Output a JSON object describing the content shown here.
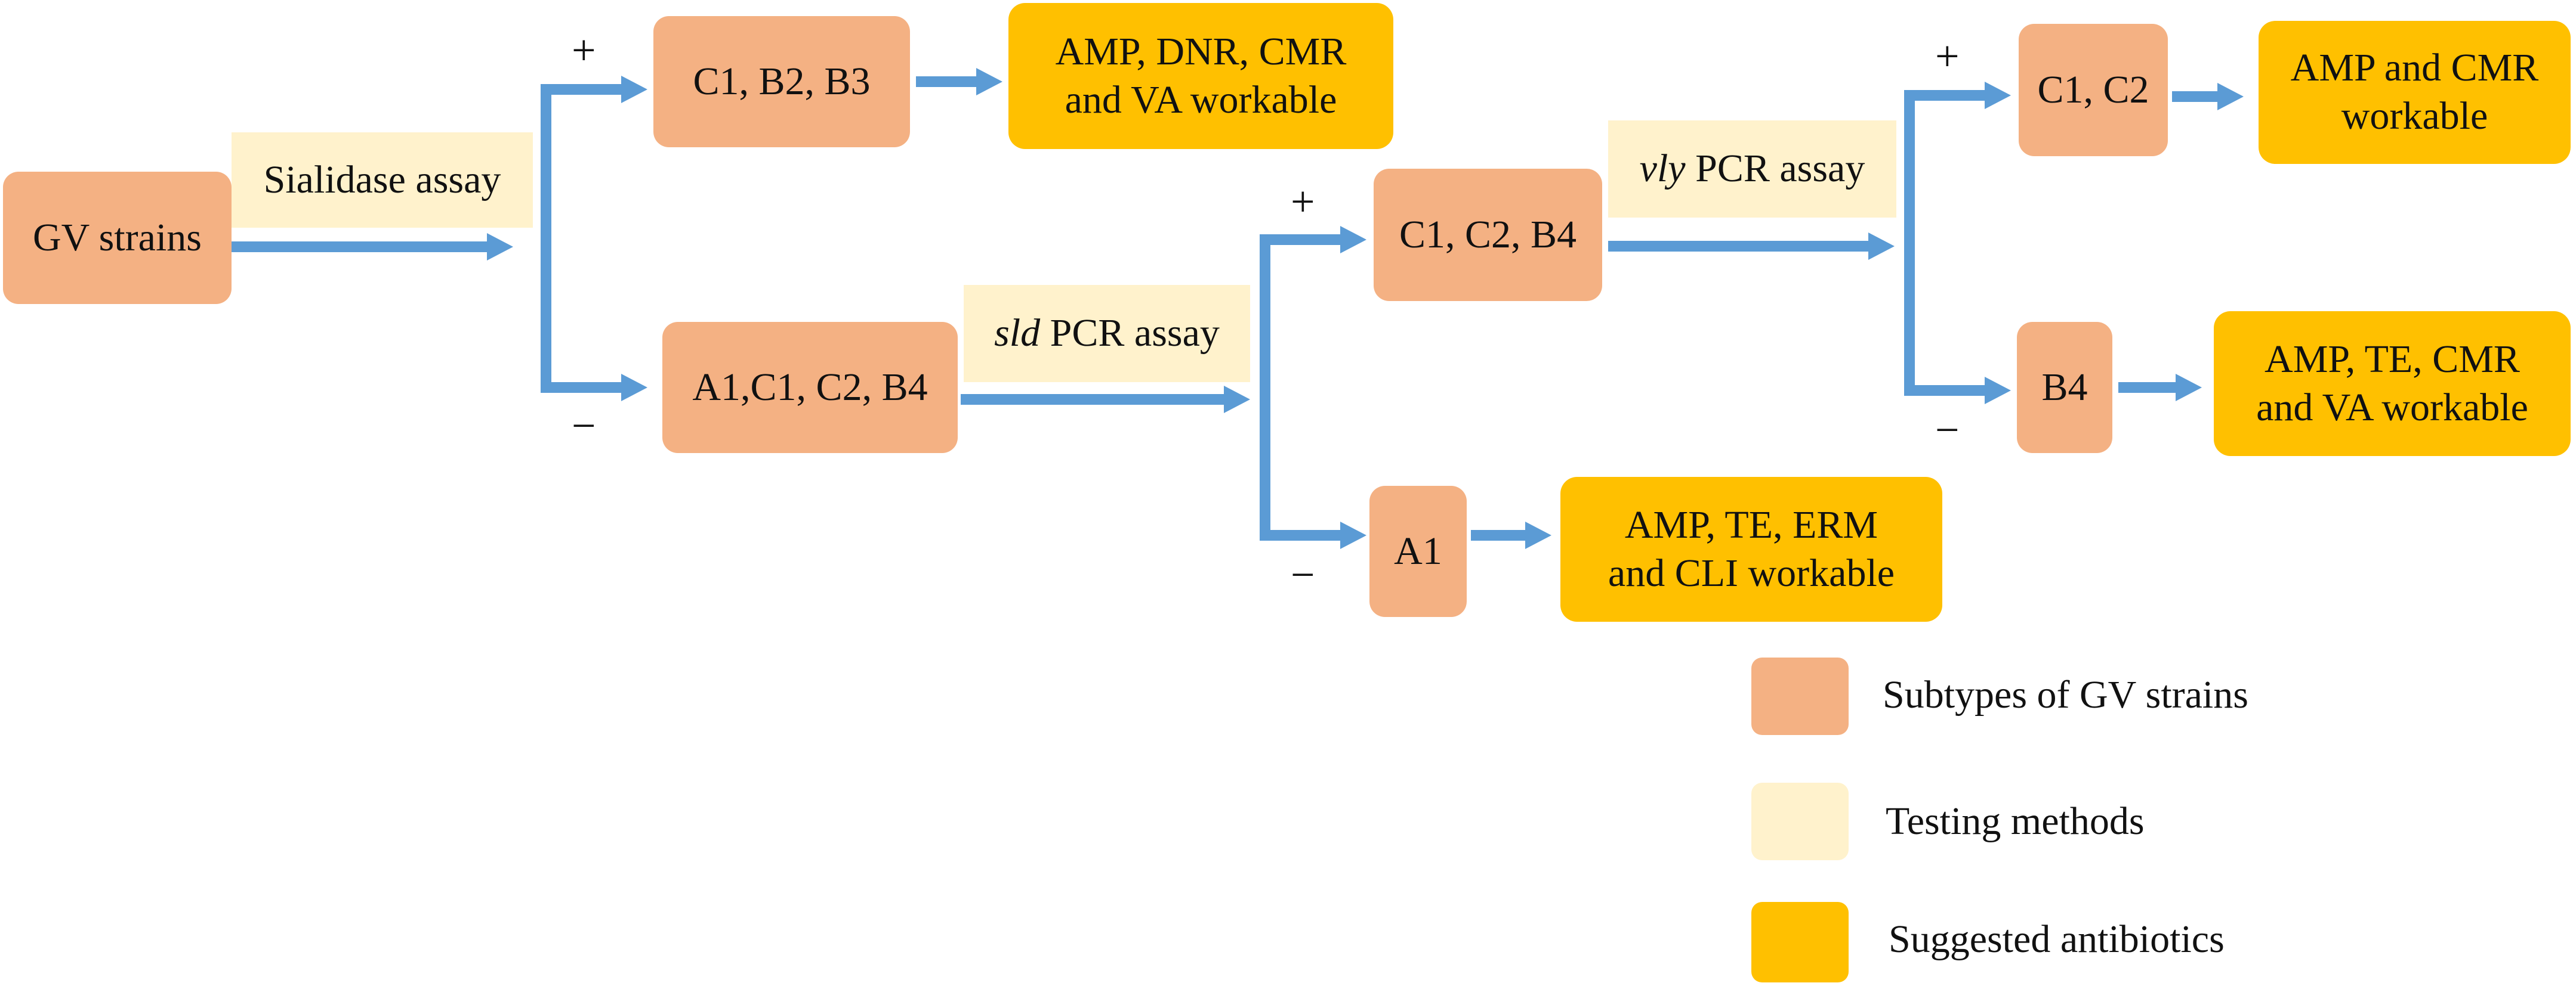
{
  "colors": {
    "subtype": "#F4B183",
    "method": "#FFF2CC",
    "antibiotic": "#FFC000",
    "arrow": "#5B9BD5"
  },
  "nodes": {
    "gv_strains": "GV strains",
    "sialidase_assay": "Sialidase assay",
    "c1_b2_b3": "C1, B2, B3",
    "amp_dnr": {
      "line1": "AMP, DNR, CMR",
      "line2": "and VA workable"
    },
    "a1_c1_c2_b4": "A1,C1, C2, B4",
    "sld_assay": {
      "gene": "sld",
      "rest": " PCR assay"
    },
    "c1_c2_b4": "C1, C2, B4",
    "a1": "A1",
    "amp_erm": {
      "line1": "AMP, TE, ERM",
      "line2": "and CLI workable"
    },
    "vly_assay": {
      "gene": "vly",
      "rest": " PCR assay"
    },
    "c1_c2": "C1, C2",
    "amp_cmr": {
      "line1": "AMP and CMR",
      "line2": "workable"
    },
    "b4": "B4",
    "amp_te_cmr": {
      "line1": "AMP, TE, CMR",
      "line2": "and VA workable"
    }
  },
  "signs": {
    "plus": "+",
    "minus": "−"
  },
  "legend": [
    {
      "label": "Subtypes of GV strains",
      "color": "#F4B183"
    },
    {
      "label": "Testing methods",
      "color": "#FFF2CC"
    },
    {
      "label": "Suggested antibiotics",
      "color": "#FFC000"
    }
  ]
}
